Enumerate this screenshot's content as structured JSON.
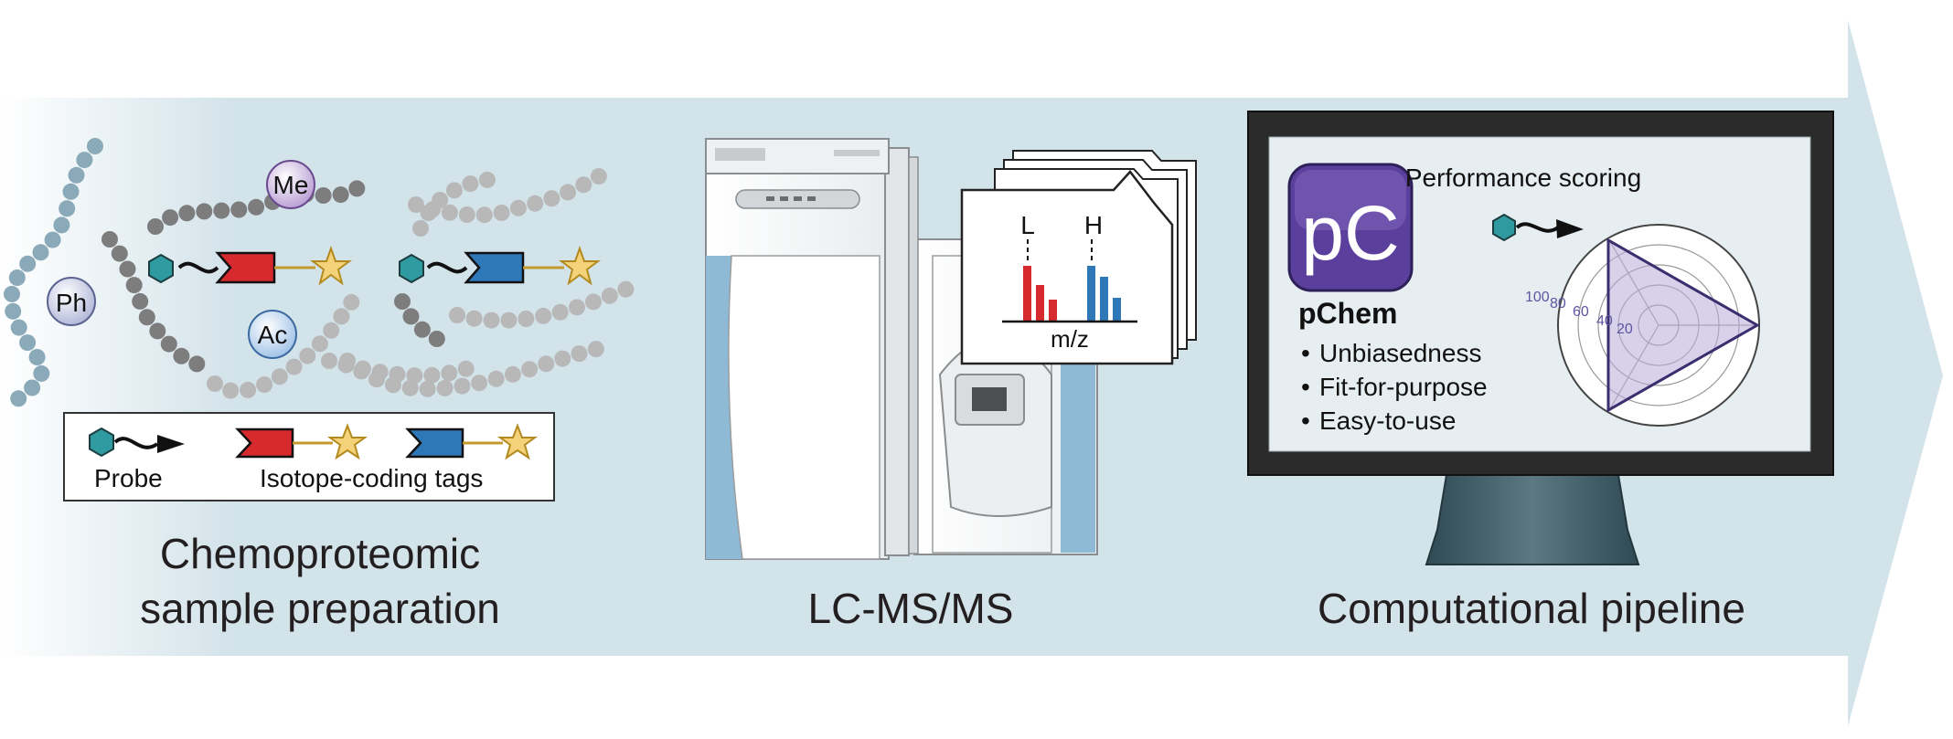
{
  "sections": {
    "sample_prep": {
      "caption_line1": "Chemoproteomic",
      "caption_line2": "sample preparation"
    },
    "lcms": {
      "caption": "LC-MS/MS"
    },
    "computational": {
      "caption": "Computational pipeline"
    }
  },
  "modifications": {
    "ph": "Ph",
    "me": "Me",
    "ac": "Ac"
  },
  "legend": {
    "probe_label": "Probe",
    "tags_label": "Isotope-coding tags"
  },
  "spectrum": {
    "light_label": "L",
    "heavy_label": "H",
    "xlabel": "m/z"
  },
  "software": {
    "logo_text": "pC",
    "name": "pChem",
    "features": [
      "Unbiasedness",
      "Fit-for-purpose",
      "Easy-to-use"
    ],
    "scoring_title": "Performance scoring",
    "radar_ticks": [
      "100",
      "80",
      "60",
      "40",
      "20"
    ]
  },
  "colors": {
    "arrow_band": "#d3e3ea",
    "probe": "#2f9aa0",
    "tag_red": "#d62a2f",
    "tag_blue": "#2f78b8",
    "star": "#f3d27a",
    "logo": "#5b3f9c",
    "peptide_dark": "#7d7d7d",
    "peptide_light": "#b8b8b8",
    "peptide_blue": "#8aaab9"
  },
  "icons": [
    "probe-hexagon-icon",
    "isotope-tag-icon",
    "star-label-icon",
    "folder-stack-icon",
    "monitor-icon",
    "radar-chart-icon"
  ]
}
